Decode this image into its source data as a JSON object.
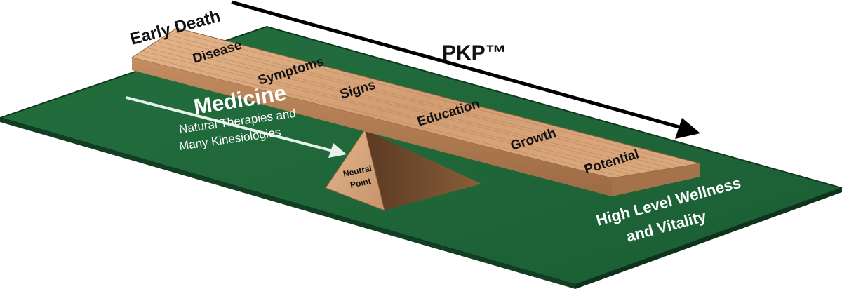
{
  "diagram": {
    "labels": {
      "early_death": "Early Death",
      "pkp": "PKP™",
      "medicine": "Medicine",
      "natural_line1": "Natural Therapies and",
      "natural_line2": "Many Kinesiologies",
      "neutral_line1": "Neutral",
      "neutral_line2": "Point",
      "wellness_line1": "High Level Wellness",
      "wellness_line2": "and Vitality"
    },
    "plank_terms": [
      "Disease",
      "Symptoms",
      "Signs",
      "Education",
      "Growth",
      "Potential"
    ],
    "colors": {
      "ground": "#1f6b3a",
      "ground_dark": "#15472a",
      "plank_top": "#d9a77c",
      "plank_front": "#b9825a",
      "fulcrum_light": "#d6a67e",
      "fulcrum_dark": "#6e4a2c",
      "arrow": "#000000",
      "medicine_arrow": "#e8f0ea",
      "text_light": "#ffffff",
      "text_dark": "#111111"
    }
  }
}
